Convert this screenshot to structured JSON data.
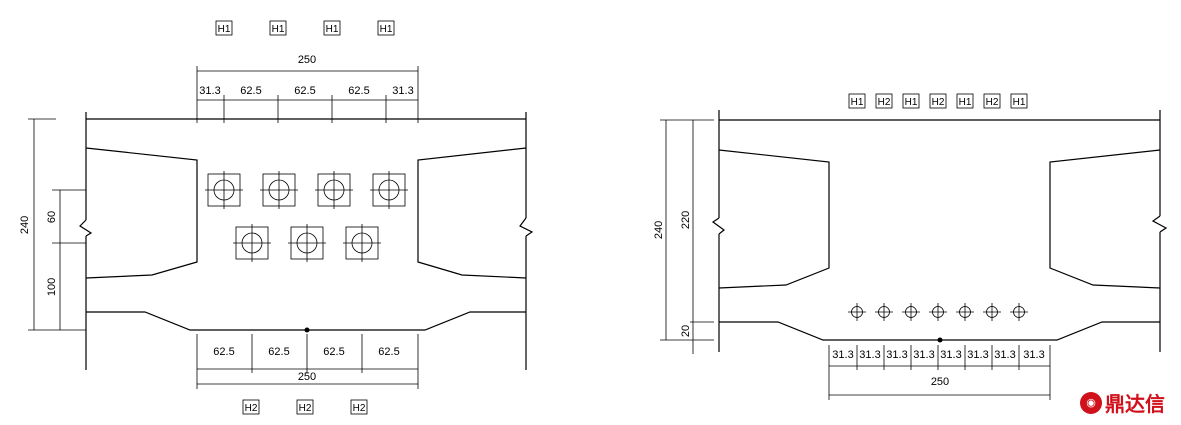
{
  "left_section": {
    "top_tags": [
      "H1",
      "H1",
      "H1",
      "H1"
    ],
    "bottom_tags": [
      "H2",
      "H2",
      "H2"
    ],
    "top_overall_dim": "250",
    "top_sub_dims": [
      "31.3",
      "62.5",
      "62.5",
      "62.5",
      "31.3"
    ],
    "bottom_sub_dims": [
      "62.5",
      "62.5",
      "62.5",
      "62.5"
    ],
    "bottom_overall_dim": "250",
    "height_dim": "240",
    "upper_dim": "60",
    "lower_dim": "100"
  },
  "right_section": {
    "top_tags": [
      "H1",
      "H2",
      "H1",
      "H2",
      "H1",
      "H2",
      "H1"
    ],
    "bottom_sub_dims": [
      "31.3",
      "31.3",
      "31.3",
      "31.3",
      "31.3",
      "31.3",
      "31.3",
      "31.3"
    ],
    "bottom_overall_dim": "250",
    "height_dim": "240",
    "upper_dim": "220",
    "lower_dim": "20"
  },
  "logo": {
    "mark": "鼎",
    "text": "鼎达信"
  },
  "colors": {
    "line": "#000000",
    "logo": "#d0111b"
  }
}
